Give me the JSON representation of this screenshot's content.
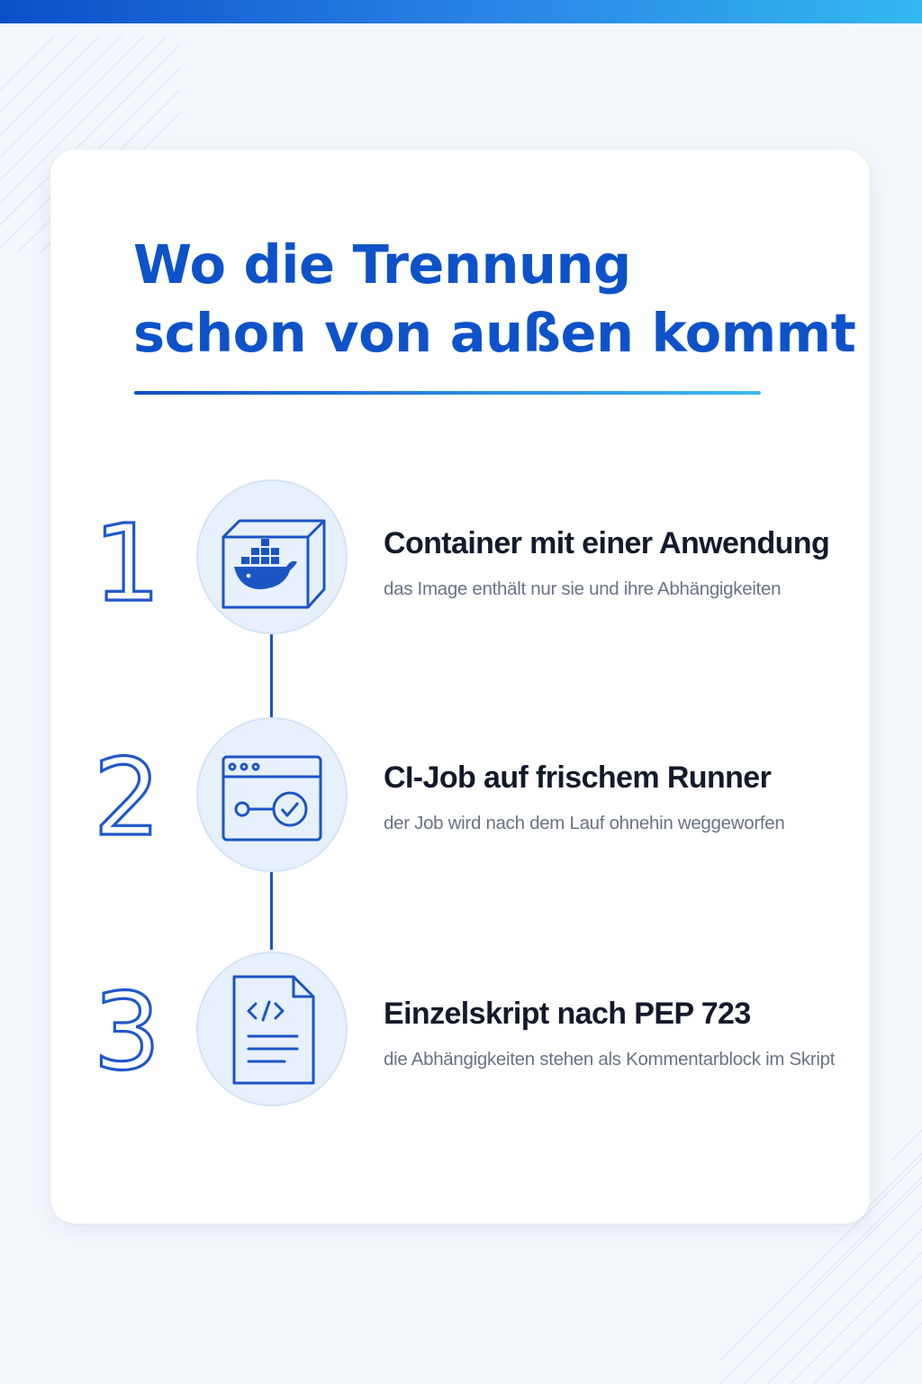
{
  "colors": {
    "accent": "#0d52c9",
    "line": "#1b55c4",
    "circle_fill": "#e7f0fc",
    "title_text": "#141a2c",
    "desc_text": "#6a7285",
    "background": "#f4f7fb"
  },
  "header": {
    "title_line1": "Wo die Trennung",
    "title_line2": "schon von außen kommt"
  },
  "steps": [
    {
      "number": "1",
      "icon": "docker-container-icon",
      "title": "Container mit einer Anwendung",
      "description": "das Image enthält nur sie und ihre Abhängigkeiten"
    },
    {
      "number": "2",
      "icon": "ci-pipeline-window-icon",
      "title": "CI-Job auf frischem Runner",
      "description": "der Job wird nach dem Lauf ohnehin weggeworfen"
    },
    {
      "number": "3",
      "icon": "code-file-icon",
      "title": "Einzelskript nach PEP 723",
      "description": "die Abhängigkeiten stehen als Kommentarblock im Skript"
    }
  ]
}
